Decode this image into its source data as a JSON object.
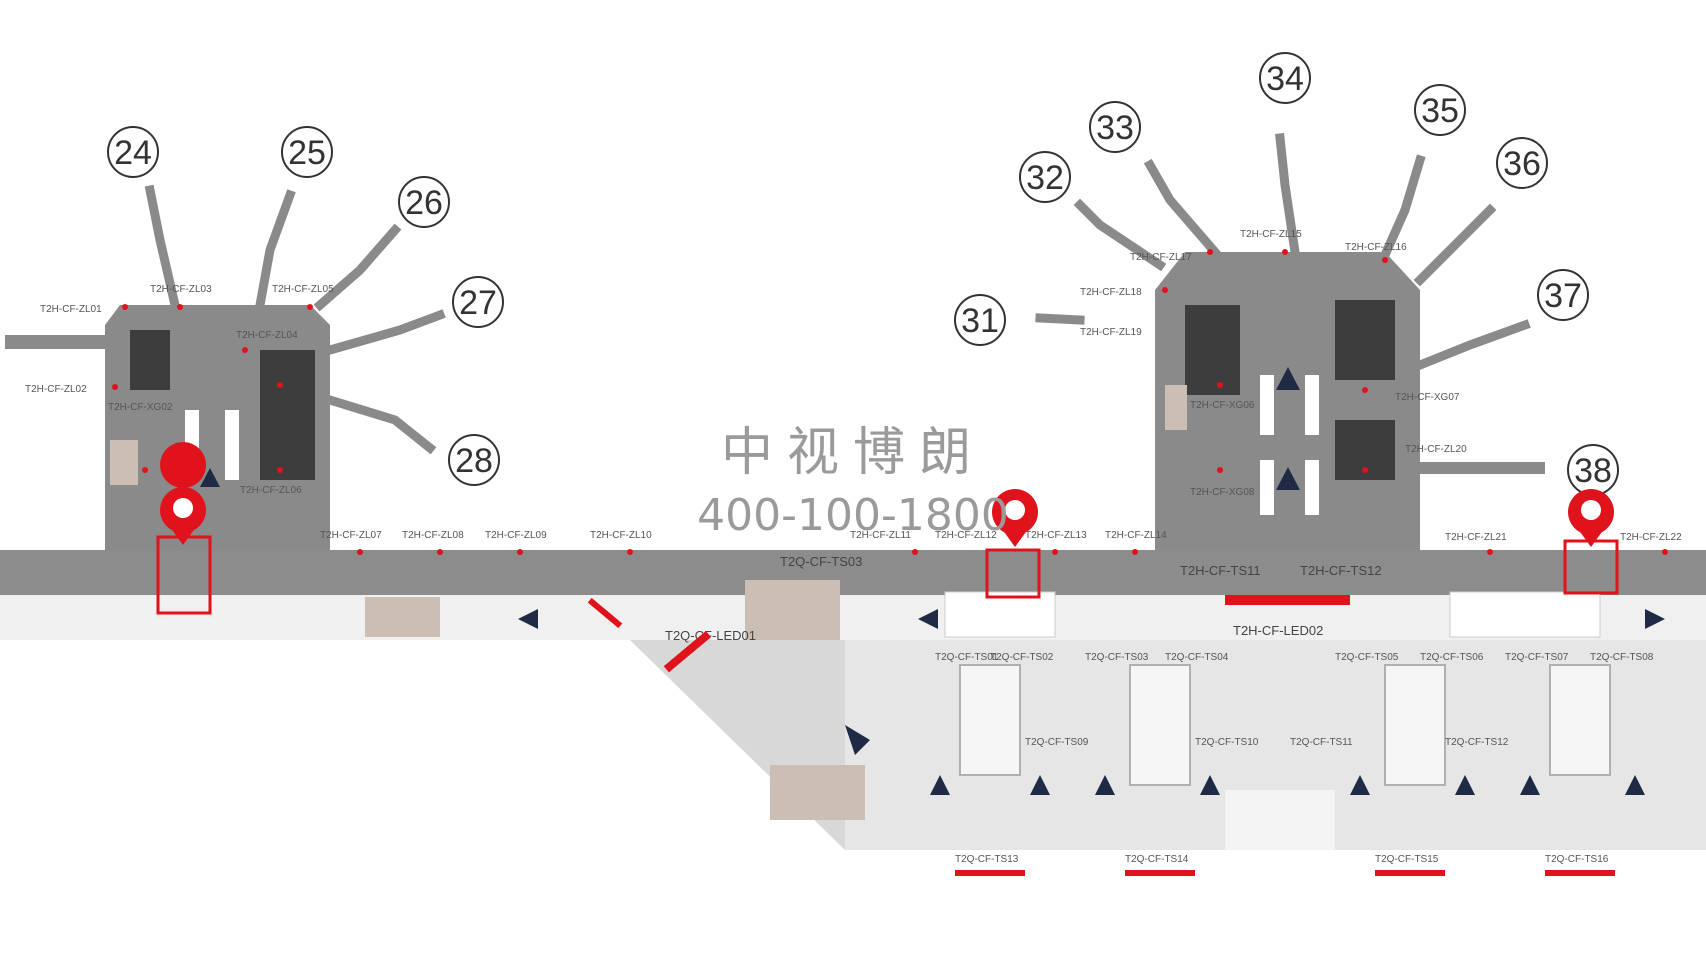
{
  "watermark": {
    "company": "中视博朗",
    "phone": "400-100-1800"
  },
  "gates": [
    {
      "number": "24"
    },
    {
      "number": "25"
    },
    {
      "number": "26"
    },
    {
      "number": "27"
    },
    {
      "number": "28"
    },
    {
      "number": "31"
    },
    {
      "number": "32"
    },
    {
      "number": "33"
    },
    {
      "number": "34"
    },
    {
      "number": "35"
    },
    {
      "number": "36"
    },
    {
      "number": "37"
    },
    {
      "number": "38"
    }
  ],
  "ad_codes": {
    "left_pier": [
      "T2H-CF-ZL01",
      "T2H-CF-ZL03",
      "T2H-CF-ZL05",
      "T2H-CF-ZL04",
      "T2H-CF-ZL02",
      "T2H-CF-XG02",
      "T2H-CF-ZL06"
    ],
    "corridor": [
      "T2H-CF-ZL07",
      "T2H-CF-ZL08",
      "T2H-CF-ZL09",
      "T2H-CF-ZL10",
      "T2H-CF-ZL11",
      "T2H-CF-ZL12",
      "T2H-CF-ZL13",
      "T2H-CF-ZL14",
      "T2H-CF-ZL21",
      "T2H-CF-ZL22"
    ],
    "right_pier": [
      "T2H-CF-ZL15",
      "T2H-CF-ZL16",
      "T2H-CF-ZL17",
      "T2H-CF-ZL18",
      "T2H-CF-ZL19",
      "T2H-CF-ZL20",
      "T2H-CF-XG06",
      "T2H-CF-XG07",
      "T2H-CF-XG08"
    ],
    "lower_hall": [
      "T2Q-CF-TS01",
      "T2Q-CF-TS02",
      "T2Q-CF-TS03",
      "T2Q-CF-TS04",
      "T2Q-CF-TS05",
      "T2Q-CF-TS06",
      "T2Q-CF-TS07",
      "T2Q-CF-TS08",
      "T2Q-CF-TS09",
      "T2Q-CF-TS10",
      "T2Q-CF-TS11",
      "T2Q-CF-TS12",
      "T2Q-CF-TS13",
      "T2Q-CF-TS14",
      "T2Q-CF-TS15",
      "T2Q-CF-TS16"
    ]
  },
  "corridor_labels": [
    "T2Q-CF-TS03",
    "T2H-CF-TS11",
    "T2H-CF-TS12",
    "T2H-CF-LED02",
    "T2Q-CF-LED01"
  ],
  "markers": [
    {
      "position_id": "A"
    },
    {
      "position_id": "B"
    },
    {
      "position_id": "C"
    }
  ],
  "colors": {
    "floor": "#8c8c8c",
    "pier": "#8a8a8a",
    "lower_hall": "#e6e6e6",
    "marker": "#e0121b",
    "arrow": "#1f2a44",
    "shop": "#cbbfb5"
  }
}
